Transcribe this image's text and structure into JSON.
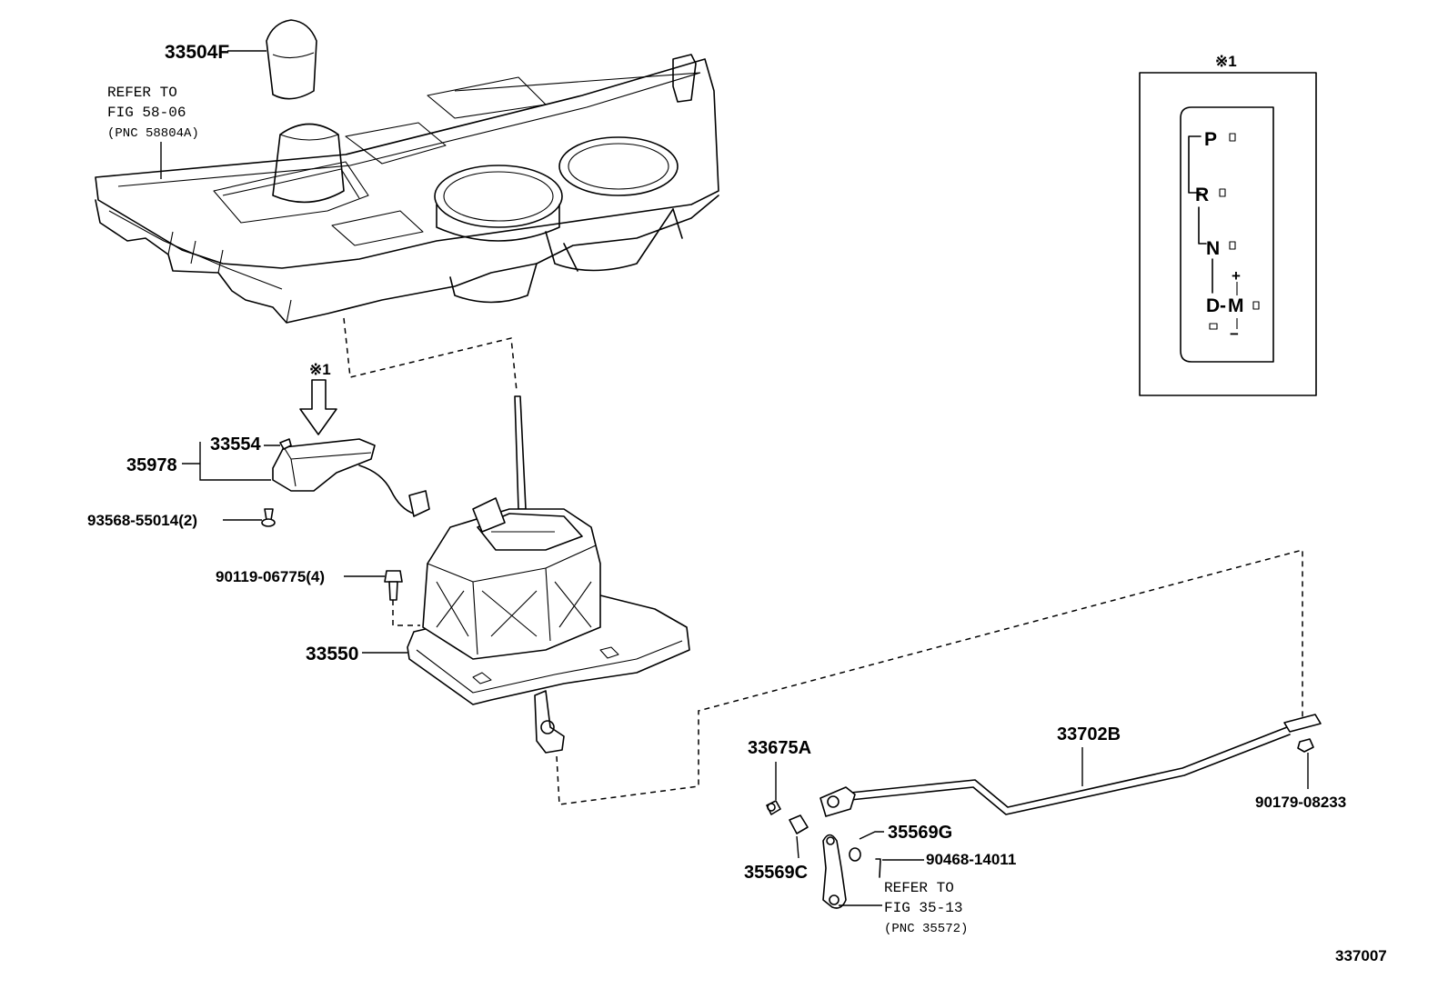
{
  "diagram": {
    "figure_number": "337007",
    "view_marker": "※1",
    "parts": {
      "knob": "33504F",
      "indicator_housing": "35978",
      "indicator_cover": "33554",
      "indicator_screw": "93568-55014(2)",
      "assembly_bolt": "90119-06775(4)",
      "shift_lever_assembly": "33550",
      "cable_bushing": "33675A",
      "cable_assembly": "33702B",
      "cable_nut": "90179-08233",
      "retainer_g": "35569G",
      "retainer_c": "35569C",
      "clip": "90468-14011"
    },
    "notes": {
      "console_ref": [
        "REFER TO",
        "FIG 58-06",
        "(PNC 58804A)"
      ],
      "lever_ref": [
        "REFER TO",
        "FIG 35-13",
        "(PNC 35572)"
      ]
    },
    "inset": {
      "marker": "※1",
      "positions": {
        "p": "P",
        "r": "R",
        "n": "N",
        "d": "D",
        "dash": "-",
        "m": "M",
        "plus": "+",
        "minus": "−"
      }
    }
  }
}
